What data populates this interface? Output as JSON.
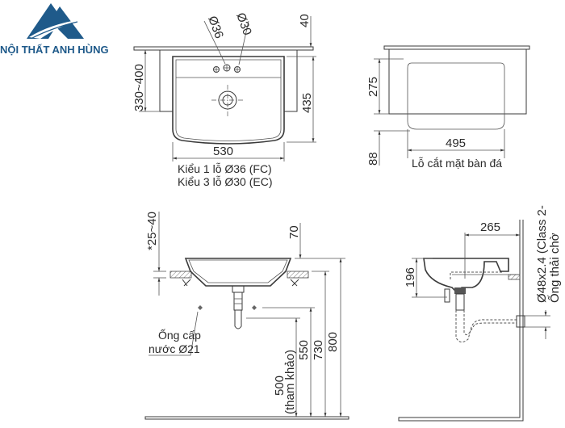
{
  "logo": {
    "brand_name": "NỘI THẤT ANH HÙNG",
    "colors": {
      "primary": "#1f5a8a",
      "light": "#ffffff"
    },
    "icon": "mountain-road-logo-icon"
  },
  "top_view": {
    "hole_labels": [
      "Ø36",
      "Ø30"
    ],
    "dim_top": "40",
    "dim_left": "330~400",
    "dim_right": "435",
    "dim_width": "530",
    "notes": [
      "Kiểu 1 lỗ Ø36 (FC)",
      "Kiểu 3 lỗ Ø30 (EC)"
    ]
  },
  "cutout_view": {
    "dim_left_upper": "275",
    "dim_left_lower": "88",
    "dim_width": "495",
    "caption": "Lỗ cắt mặt bàn đá"
  },
  "front_view": {
    "dim_counter": "*25~40",
    "dim_top": "70",
    "supply_label": [
      "Ống cấp",
      "nước Ø21"
    ],
    "heights": {
      "h500": "500",
      "h500_note": "(tham khảo)",
      "h550": "550",
      "h730": "730",
      "h800": "800"
    }
  },
  "side_view": {
    "dim_depth": "265",
    "dim_height": "196",
    "drain_label": [
      "Ø48x2.4 (Class 2-",
      "Ống thải chờ"
    ]
  }
}
